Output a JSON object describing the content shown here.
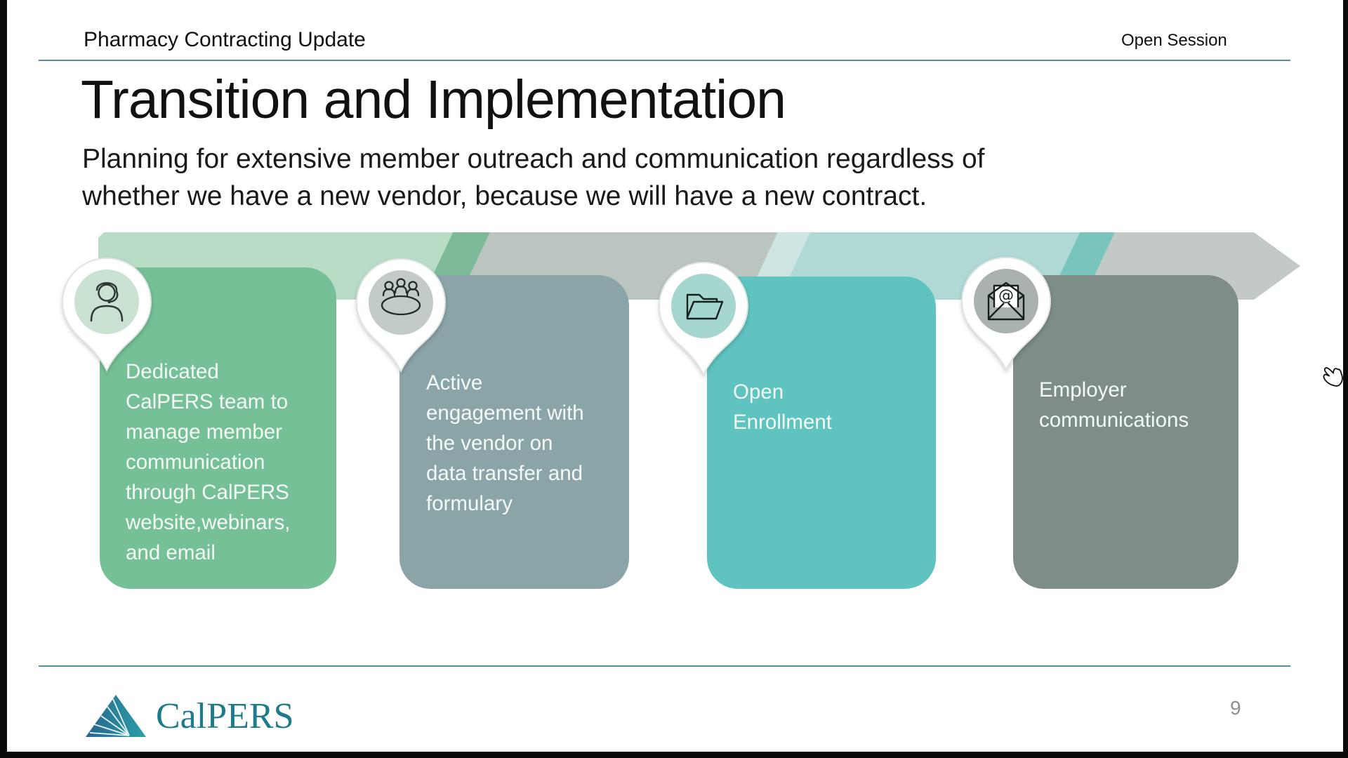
{
  "header": {
    "title": "Pharmacy Contracting Update",
    "session_label": "Open Session"
  },
  "slide": {
    "title": "Transition and Implementation",
    "subtitle": "Planning for extensive member outreach and communication regardless of\nwhether we have a new vendor, because we will have a new contract.",
    "cards": [
      {
        "icon": "headset-person-icon",
        "color": "#75c096",
        "pin_fill": "#c9e2d2",
        "text": "Dedicated\nCalPERS team to\nmanage member\ncommunication\nthrough CalPERS\nwebsite,webinars,\nand email"
      },
      {
        "icon": "meeting-table-icon",
        "color": "#8ba4a8",
        "pin_fill": "#c2cbc8",
        "text": "Active\nengagement with\nthe vendor on\ndata transfer and\nformulary"
      },
      {
        "icon": "open-folder-icon",
        "color": "#5fc4bf",
        "pin_fill": "#a6d6d0",
        "text": "Open\nEnrollment"
      },
      {
        "icon": "envelope-at-icon",
        "color": "#7e8d87",
        "pin_fill": "#a9b2ad",
        "text": "Employer\ncommunications"
      }
    ],
    "process_band_colors": [
      "#b9dcc6",
      "#bac5c0",
      "#b0d9d6",
      "#c2c9c7"
    ]
  },
  "footer": {
    "logo_text": "CalPERS",
    "page_number": "9"
  },
  "glyphs": {
    "at": "@"
  },
  "accent_colors": {
    "rule": "#53919f",
    "logo_text": "#1e7b8c"
  }
}
